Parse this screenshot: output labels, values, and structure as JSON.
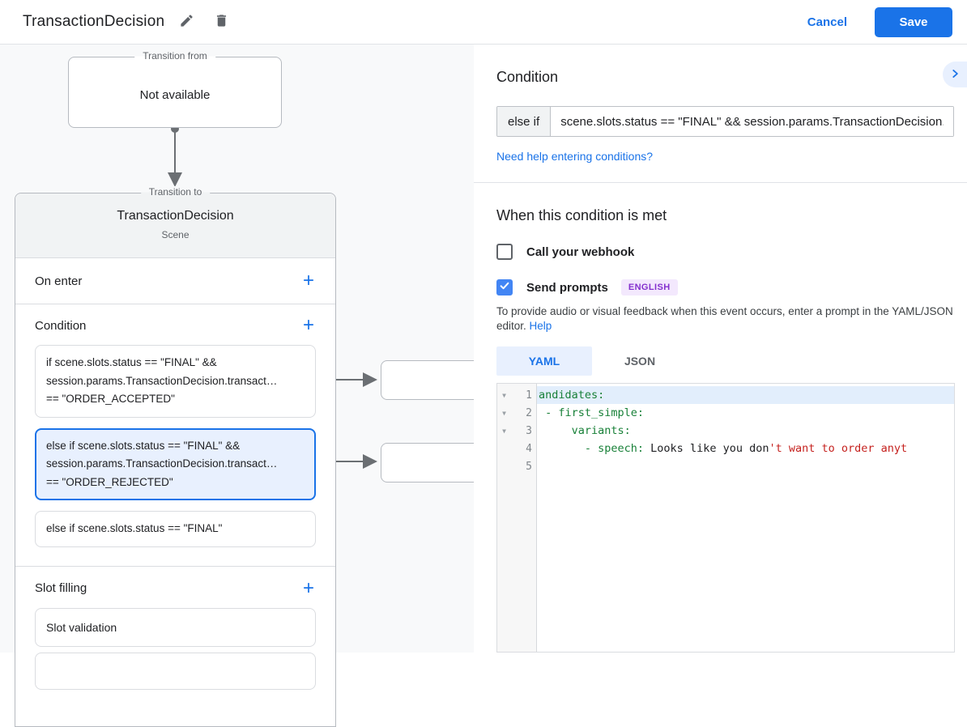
{
  "colors": {
    "accent": "#1a73e8",
    "selected_card_bg": "#e8f0fe",
    "code": {
      "green": "#188038",
      "red": "#c5221f",
      "black": "#202124"
    }
  },
  "header": {
    "title": "TransactionDecision",
    "cancel_label": "Cancel",
    "save_label": "Save"
  },
  "canvas": {
    "transition_from": {
      "legend": "Transition from",
      "content": "Not available"
    },
    "scene": {
      "legend": "Transition to",
      "title": "TransactionDecision",
      "subtitle": "Scene",
      "on_enter": {
        "label": "On enter",
        "add_label": "+"
      },
      "condition": {
        "label": "Condition",
        "add_label": "+",
        "cards": [
          {
            "selected": false,
            "lines": [
              "if scene.slots.status == \"FINAL\" &&",
              "session.params.TransactionDecision.transact…",
              "== \"ORDER_ACCEPTED\""
            ]
          },
          {
            "selected": true,
            "lines": [
              "else if scene.slots.status == \"FINAL\" &&",
              "session.params.TransactionDecision.transact…",
              "== \"ORDER_REJECTED\""
            ]
          },
          {
            "selected": false,
            "lines": [
              "else if scene.slots.status == \"FINAL\""
            ]
          }
        ]
      },
      "slot_filling": {
        "label": "Slot filling",
        "add_label": "+",
        "cards": [
          {
            "lines": [
              "Slot validation"
            ]
          },
          {
            "lines": []
          }
        ]
      }
    }
  },
  "panel": {
    "condition_heading": "Condition",
    "condition_prefix": "else if",
    "condition_value": "scene.slots.status == \"FINAL\" && session.params.TransactionDecision.",
    "help_link": "Need help entering conditions?",
    "when_heading": "When this condition is met",
    "webhook": {
      "label": "Call your webhook",
      "checked": false
    },
    "prompts": {
      "label": "Send prompts",
      "checked": true,
      "badge": "ENGLISH"
    },
    "description": "To provide audio or visual feedback when this event occurs, enter a prompt in the YAML/JSON editor.",
    "description_link": "Help",
    "tabs": [
      {
        "label": "YAML",
        "active": true
      },
      {
        "label": "JSON",
        "active": false
      }
    ],
    "editor": {
      "lines": [
        {
          "number": "1",
          "fold": true,
          "highlight": true,
          "segments": [
            {
              "text": "andidates:",
              "color": "green"
            }
          ]
        },
        {
          "number": "2",
          "fold": true,
          "highlight": false,
          "segments": [
            {
              "text": " - first_simple:",
              "color": "green"
            }
          ]
        },
        {
          "number": "3",
          "fold": true,
          "highlight": false,
          "segments": [
            {
              "text": "     variants:",
              "color": "green"
            }
          ]
        },
        {
          "number": "4",
          "fold": false,
          "highlight": false,
          "segments": [
            {
              "text": "       - speech: ",
              "color": "green"
            },
            {
              "text": "Looks like you don",
              "color": "black"
            },
            {
              "text": "'t want to order anyt",
              "color": "red"
            }
          ]
        },
        {
          "number": "5",
          "fold": false,
          "highlight": false,
          "segments": []
        }
      ]
    }
  }
}
